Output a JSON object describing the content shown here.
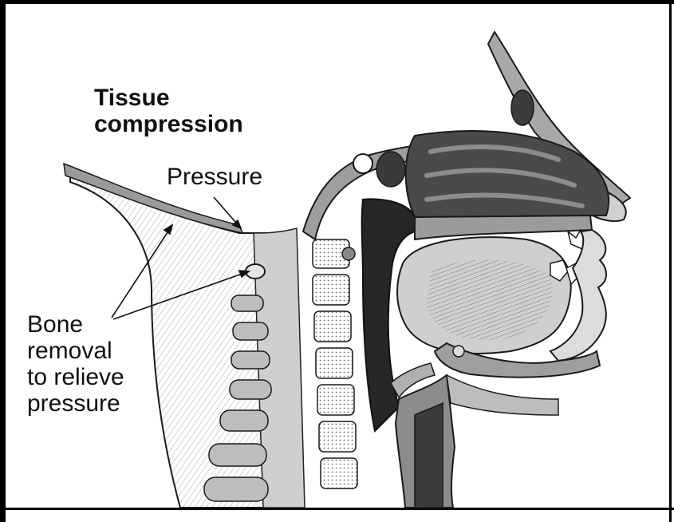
{
  "labels": {
    "tissue_compression": [
      "Tissue",
      "compression"
    ],
    "pressure": "Pressure",
    "bone_removal": [
      "Bone",
      "removal",
      "to relieve",
      "pressure"
    ]
  },
  "colors": {
    "frame": "#000000",
    "ink": "#1a1a1a",
    "airway": "#2b2b2b",
    "bone_fill": "#a9a9a9",
    "soft_tissue": "#d9d9d9",
    "background": "#ffffff"
  }
}
